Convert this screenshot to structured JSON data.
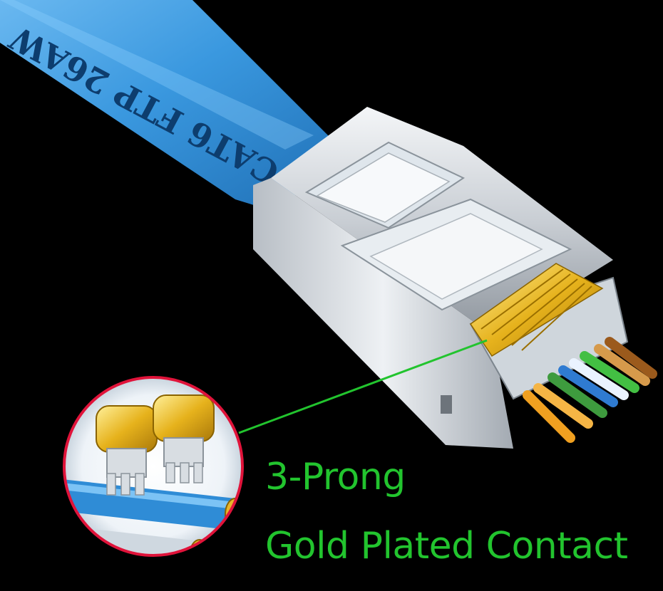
{
  "image": {
    "cable_print": "CAT6 FTP 26AW",
    "caption_line1": "3-Prong",
    "caption_line2": "Gold Plated Contact",
    "caption_color": "#22c42e",
    "background_color": "#000000",
    "cable_color": "#2d8fd6",
    "gold_color": "#e6b21c"
  }
}
